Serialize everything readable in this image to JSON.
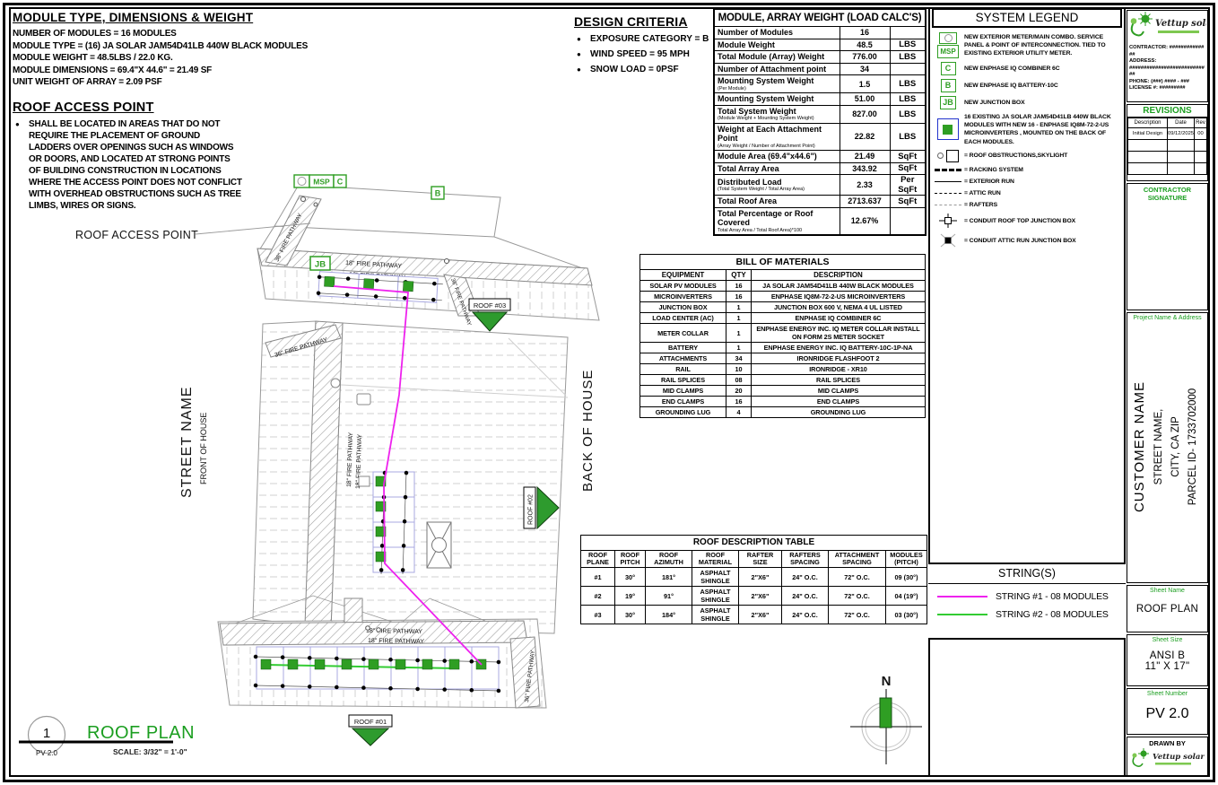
{
  "badges": {
    "msp": "MSP",
    "c": "C",
    "b": "B",
    "jb": "JB"
  },
  "colors": {
    "accent_green": "#2f9e23",
    "title_green": "#1b9e20",
    "string1_magenta": "#ee22ee",
    "string2_green": "#33cc33",
    "module_outline_blue": "#a8a8e0"
  },
  "module_notes": {
    "title": "MODULE TYPE, DIMENSIONS & WEIGHT",
    "lines": [
      {
        "text": "NUMBER OF MODULES = 16 MODULES"
      },
      {
        "text": "MODULE TYPE = (16) JA SOLAR JAM54D41LB 440W BLACK MODULES"
      },
      {
        "text": "MODULE WEIGHT = 48.5LBS / 22.0 KG."
      },
      {
        "text": "MODULE DIMENSIONS =  69.4\"X 44.6\" = 21.49 SF"
      },
      {
        "text": "UNIT WEIGHT OF ARRAY = 2.09 PSF"
      }
    ]
  },
  "roof_access": {
    "title": "ROOF ACCESS POINT",
    "body": "SHALL BE LOCATED IN AREAS THAT DO NOT REQUIRE THE PLACEMENT OF GROUND LADDERS OVER OPENINGS SUCH AS WINDOWS OR DOORS, AND LOCATED AT STRONG POINTS OF BUILDING CONSTRUCTION IN LOCATIONS WHERE THE ACCESS POINT DOES NOT CONFLICT WITH OVERHEAD OBSTRUCTIONS SUCH AS TREE LIMBS, WIRES OR SIGNS."
  },
  "design_criteria": {
    "title": "DESIGN CRITERIA",
    "items": [
      {
        "text": "EXPOSURE CATEGORY = B"
      },
      {
        "text": "WIND SPEED = 95 MPH"
      },
      {
        "text": "SNOW LOAD = 0PSF"
      }
    ]
  },
  "load_calcs": {
    "title": "MODULE, ARRAY WEIGHT (LOAD CALC'S)",
    "rows": [
      {
        "label": "Number of Modules",
        "sub": "",
        "value": "16",
        "unit": ""
      },
      {
        "label": "Module Weight",
        "sub": "",
        "value": "48.5",
        "unit": "LBS"
      },
      {
        "label": "Total Module (Array) Weight",
        "sub": "",
        "value": "776.00",
        "unit": "LBS"
      },
      {
        "label": "Number of Attachment point",
        "sub": "",
        "value": "34",
        "unit": ""
      },
      {
        "label": "Mounting System Weight",
        "sub": "(Per Module)",
        "value": "1.5",
        "unit": "LBS"
      },
      {
        "label": "Mounting System Weight",
        "sub": "",
        "value": "51.00",
        "unit": "LBS"
      },
      {
        "label": "Total System Weight",
        "sub": "(Module Weight + Mounting System Weight)",
        "value": "827.00",
        "unit": "LBS"
      },
      {
        "label": "Weight at Each Attachment Point",
        "sub": "(Array Weight / Number of Attachment Point)",
        "value": "22.82",
        "unit": "LBS"
      },
      {
        "label": "Module Area (69.4\"x44.6\")",
        "sub": "",
        "value": "21.49",
        "unit": "SqFt"
      },
      {
        "label": "Total Array Area",
        "sub": "",
        "value": "343.92",
        "unit": "SqFt"
      },
      {
        "label": "Distributed Load",
        "sub": "(Total System Weight / Total Array Area)",
        "value": "2.33",
        "unit": "Per SqFt"
      },
      {
        "label": "Total Roof Area",
        "sub": "",
        "value": "2713.637",
        "unit": "SqFt"
      },
      {
        "label": "Total Percentage or Roof Covered",
        "sub": "Total Array Area / Total Roof Area)*100",
        "value": "12.67%",
        "unit": ""
      }
    ]
  },
  "system_legend": {
    "title": "SYSTEM LEGEND",
    "items": [
      {
        "icon": "msp-icon",
        "text": "NEW EXTERIOR METER/MAIN COMBO. SERVICE PANEL & POINT OF INTERCONNECTION. TIED TO EXISTING EXTERIOR UTILITY METER."
      },
      {
        "icon": "combiner-icon",
        "text": "NEW ENPHASE IQ COMBINER 6C"
      },
      {
        "icon": "battery-icon",
        "text": "NEW ENPHASE IQ BATTERY-10C"
      },
      {
        "icon": "junction-box-icon",
        "text": "NEW JUNCTION BOX"
      },
      {
        "icon": "module-icon",
        "text": "16 EXISTING JA SOLAR JAM54D41LB 440W BLACK MODULES  WITH NEW 16 -  ENPHASE IQ8M-72-2-US MICROINVERTERS , MOUNTED ON THE BACK OF EACH MODULES."
      },
      {
        "icon": "obstruction-icon",
        "text": "= ROOF OBSTRUCTIONS,SKYLIGHT"
      },
      {
        "icon": "racking-icon",
        "text": "= RACKING SYSTEM"
      },
      {
        "icon": "exterior-run-icon",
        "text": "= EXTERIOR RUN"
      },
      {
        "icon": "attic-run-icon",
        "text": "= ATTIC RUN"
      },
      {
        "icon": "rafters-icon",
        "text": "= RAFTERS"
      },
      {
        "icon": "conduit-rooftop-icon",
        "text": "= CONDUIT ROOF TOP JUNCTION BOX"
      },
      {
        "icon": "conduit-attic-icon",
        "text": "= CONDUIT ATTIC RUN JUNCTION BOX"
      }
    ]
  },
  "bom": {
    "title": "BILL OF MATERIALS",
    "headers": [
      "EQUIPMENT",
      "QTY",
      "DESCRIPTION"
    ],
    "rows": [
      {
        "equipment": "SOLAR PV MODULES",
        "qty": "16",
        "desc": "JA SOLAR JAM54D41LB 440W BLACK MODULES"
      },
      {
        "equipment": "MICROINVERTERS",
        "qty": "16",
        "desc": "ENPHASE IQ8M-72-2-US MICROINVERTERS"
      },
      {
        "equipment": "JUNCTION BOX",
        "qty": "1",
        "desc": "JUNCTION BOX 600 V, NEMA 4 UL LISTED"
      },
      {
        "equipment": "LOAD CENTER (AC)",
        "qty": "1",
        "desc": "ENPHASE IQ COMBINER 6C"
      },
      {
        "equipment": "METER COLLAR",
        "qty": "1",
        "desc": "ENPHASE ENERGY INC. IQ METER COLLAR INSTALL ON FORM 2S METER SOCKET"
      },
      {
        "equipment": "BATTERY",
        "qty": "1",
        "desc": "ENPHASE ENERGY INC. IQ BATTERY-10C-1P-NA"
      },
      {
        "equipment": "ATTACHMENTS",
        "qty": "34",
        "desc": "IRONRIDGE FLASHFOOT 2"
      },
      {
        "equipment": "RAIL",
        "qty": "10",
        "desc": "IRONRIDGE - XR10"
      },
      {
        "equipment": "RAIL SPLICES",
        "qty": "08",
        "desc": "RAIL SPLICES"
      },
      {
        "equipment": "MID CLAMPS",
        "qty": "20",
        "desc": "MID CLAMPS"
      },
      {
        "equipment": "END CLAMPS",
        "qty": "16",
        "desc": "END CLAMPS"
      },
      {
        "equipment": "GROUNDING LUG",
        "qty": "4",
        "desc": "GROUNDING LUG"
      }
    ]
  },
  "roof_table": {
    "title": "ROOF DESCRIPTION TABLE",
    "headers": [
      "ROOF PLANE",
      "ROOF PITCH",
      "ROOF AZIMUTH",
      "ROOF MATERIAL",
      "RAFTER SIZE",
      "RAFTERS SPACING",
      "ATTACHMENT SPACING",
      "MODULES (PITCH)"
    ],
    "rows": [
      {
        "plane": "#1",
        "pitch": "30°",
        "azimuth": "181°",
        "material": "ASPHALT SHINGLE",
        "rafter": "2\"X6\"",
        "spacing": "24\" O.C.",
        "attachment": "72\" O.C.",
        "modules": "09  (30°)"
      },
      {
        "plane": "#2",
        "pitch": "19°",
        "azimuth": "91°",
        "material": "ASPHALT SHINGLE",
        "rafter": "2\"X6\"",
        "spacing": "24\" O.C.",
        "attachment": "72\" O.C.",
        "modules": "04  (19°)"
      },
      {
        "plane": "#3",
        "pitch": "30°",
        "azimuth": "184°",
        "material": "ASPHALT SHINGLE",
        "rafter": "2\"X6\"",
        "spacing": "24\" O.C.",
        "attachment": "72\" O.C.",
        "modules": "03  (30°)"
      }
    ]
  },
  "strings": {
    "title": "STRING(S)",
    "items": [
      {
        "label": "STRING #1 - 08 MODULES",
        "color": "#ee22ee"
      },
      {
        "label": "STRING #2 - 08 MODULES",
        "color": "#33cc33"
      }
    ]
  },
  "plan": {
    "roof_access_label": "ROOF ACCESS POINT",
    "street_name": "STREET NAME",
    "front_of_house": "FRONT OF HOUSE",
    "back_of_house": "BACK OF HOUSE",
    "fire_pathway_18": "18\" FIRE PATHWAY",
    "fire_pathway_36": "36\" FIRE PATHWAY",
    "roof_arrow_1": "ROOF #01",
    "roof_arrow_2": "ROOF #02",
    "roof_arrow_3": "ROOF #03",
    "compass_n": "N",
    "viewport_number": "1",
    "viewport_sheet": "PV 2.0",
    "viewport_title": "ROOF PLAN",
    "viewport_scale": "SCALE: 3/32\" = 1'-0\""
  },
  "sidebar": {
    "logo_name": "Vettup solar",
    "contractor_line": "CONTRACTOR: ##############",
    "address_label": "ADDRESS:",
    "address_value": "############################",
    "phone_line": "PHONE: (###) #### - ###",
    "license_line": "LICENSE #: #########",
    "revisions_title": "REVISIONS",
    "revisions_headers": [
      "Description",
      "Date",
      "Rev"
    ],
    "revisions_rows": [
      {
        "description": "Initial Design",
        "date": "09/12/2025",
        "rev": "00"
      }
    ],
    "contractor_signature_label": "CONTRACTOR SIGNATURE",
    "project_label": "Project Name & Address",
    "customer_name": "CUSTOMER NAME",
    "project_street": "STREET NAME,",
    "project_city": "CITY, CA ZIP",
    "project_parcel": "PARCEL ID- 1733702000",
    "sheet_name_label": "Sheet Name",
    "sheet_name": "ROOF PLAN",
    "sheet_size_label": "Sheet Size",
    "sheet_size_line1": "ANSI B",
    "sheet_size_line2": "11\" X 17\"",
    "sheet_number_label": "Sheet Number",
    "sheet_number": "PV 2.0",
    "drawn_by_label": "DRAWN BY"
  }
}
